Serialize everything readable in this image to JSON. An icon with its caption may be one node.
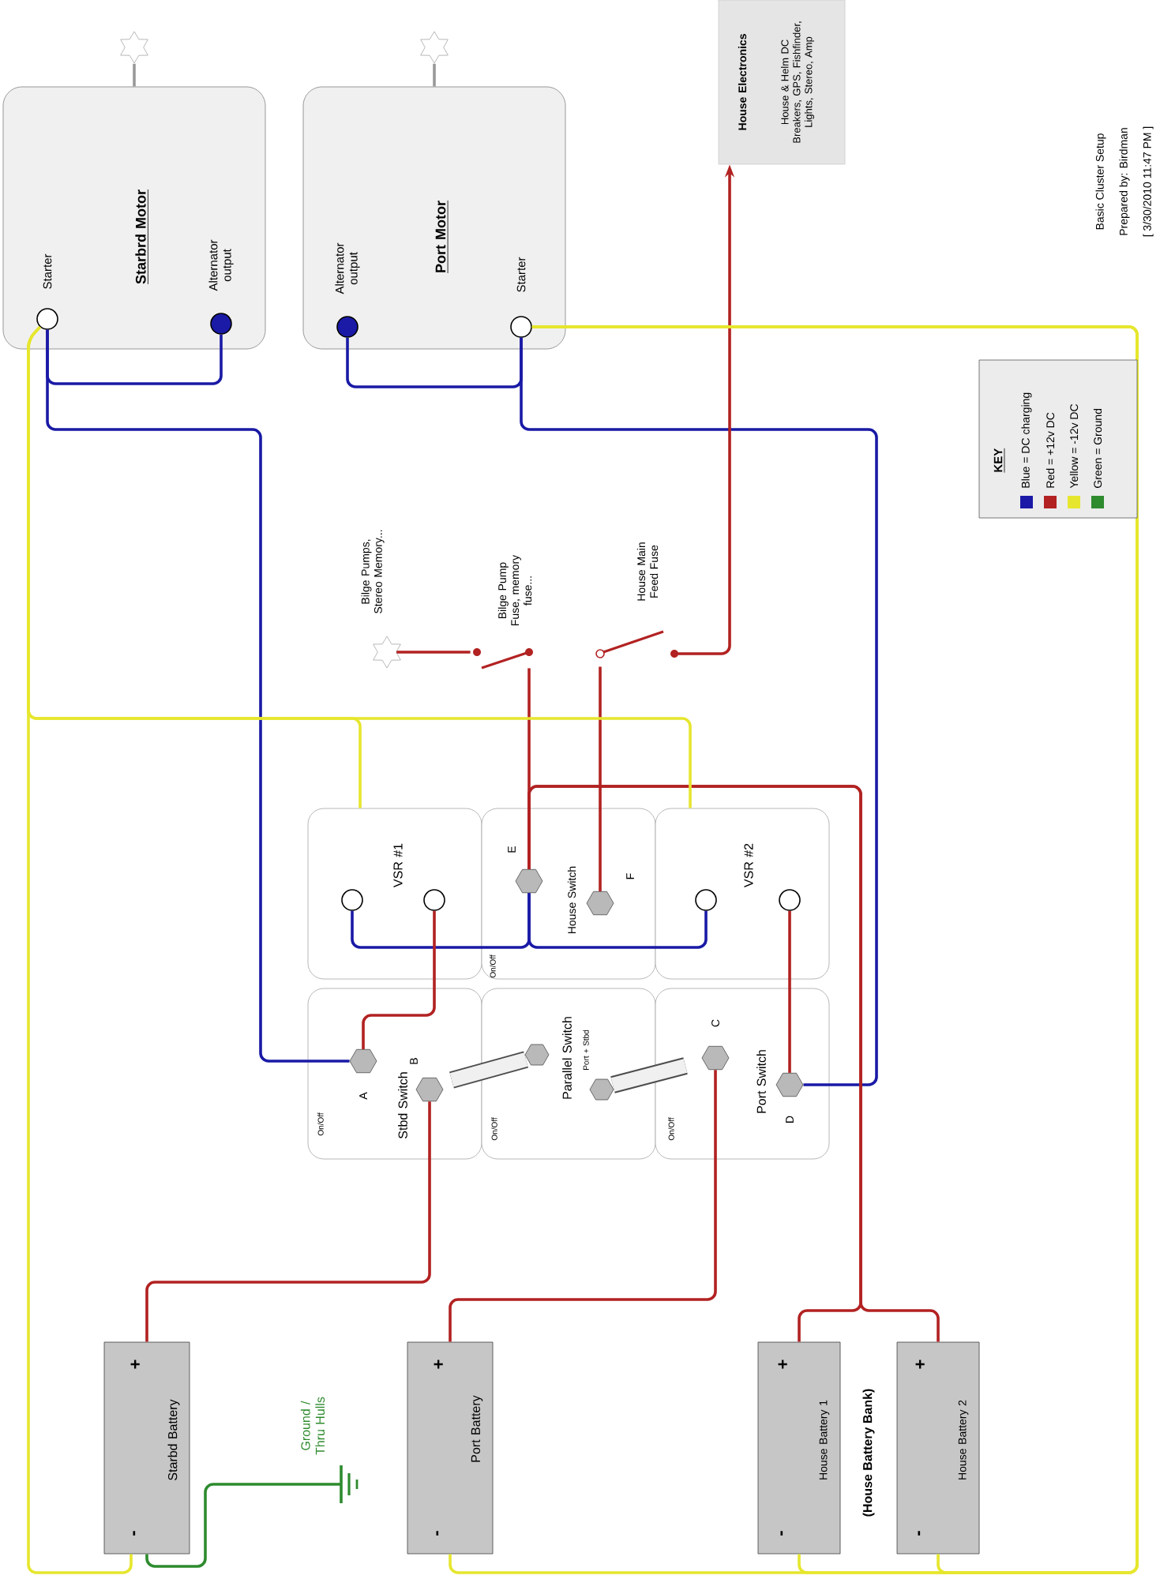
{
  "diagram": {
    "nodes": [
      {
        "text": [
          "Starbrd Motor"
        ]
      },
      {
        "text": [],
        "shape": "circle",
        "in": 0,
        "beside": [
          "Starter"
        ]
      },
      {
        "text": [],
        "shape": "circle",
        "in": 0,
        "beside": [
          "Alternator output"
        ]
      },
      {
        "text": [
          "Port Motor"
        ]
      },
      {
        "text": [],
        "shape": "circle",
        "in": 3,
        "beside": [
          "Alternator output"
        ]
      },
      {
        "text": [],
        "shape": "circle",
        "in": 3,
        "beside": [
          "Starter"
        ]
      },
      {
        "text": [],
        "shape": "star"
      },
      {
        "text": [],
        "shape": "star"
      },
      {
        "text": [
          "House Electronics",
          "House & Helm DC Breakers, GPS, Fishfinder, Lights, Stereo, Amp"
        ]
      },
      {
        "text": [],
        "shape": "star",
        "beside": [
          "Bilge Pumps, Stereo Memory..."
        ]
      },
      {
        "text": [],
        "shape": "switch",
        "beside": [
          "Bilge Pump Fuse, memory fuse..."
        ]
      },
      {
        "text": [],
        "shape": "switch",
        "beside": [
          "House Main Feed Fuse"
        ]
      },
      {
        "text": [
          "VSR #1"
        ]
      },
      {
        "text": [],
        "shape": "circle",
        "in": 12
      },
      {
        "text": [],
        "shape": "circle",
        "in": 12
      },
      {
        "text": [
          "House Switch",
          "On/Off"
        ]
      },
      {
        "text": [],
        "shape": "hexagon",
        "in": 15,
        "beside": [
          "E"
        ]
      },
      {
        "text": [],
        "shape": "hexagon",
        "in": 15,
        "beside": [
          "F"
        ]
      },
      {
        "text": [
          "VSR #2"
        ]
      },
      {
        "text": [],
        "shape": "circle",
        "in": 18
      },
      {
        "text": [],
        "shape": "circle",
        "in": 18
      },
      {
        "text": [
          "Stbd Switch",
          "On/Off"
        ]
      },
      {
        "text": [],
        "shape": "hexagon",
        "in": 21,
        "beside": [
          "A"
        ]
      },
      {
        "text": [],
        "shape": "hexagon",
        "in": 21,
        "beside": [
          "B"
        ]
      },
      {
        "text": [
          "Parallel Switch",
          "Port + Stbd",
          "On/Off"
        ]
      },
      {
        "text": [
          "Port Switch",
          "On/Off"
        ]
      },
      {
        "text": [],
        "shape": "hexagon",
        "in": 25,
        "beside": [
          "C"
        ]
      },
      {
        "text": [],
        "shape": "hexagon",
        "in": 25,
        "beside": [
          "D"
        ]
      },
      {
        "text": [
          "Starbd Battery",
          "+",
          "-"
        ]
      },
      {
        "text": [
          "Port Battery",
          "+",
          "-"
        ]
      },
      {
        "text": [
          "House Battery 1",
          "+",
          "-"
        ]
      },
      {
        "text": [
          "House Battery 2",
          "+",
          "-"
        ]
      },
      {
        "text": [
          "Ground / Thru Hulls"
        ]
      }
    ],
    "edges": [
      {
        "from": 6,
        "to": 0,
        "arrow": "none",
        "color": "#999999"
      },
      {
        "from": 7,
        "to": 3,
        "arrow": "none",
        "color": "#999999"
      },
      {
        "from": 1,
        "to": 2,
        "arrow": "none",
        "color": "#1a1aa6"
      },
      {
        "from": 1,
        "to": 22,
        "arrow": "none",
        "color": "#1a1aa6"
      },
      {
        "from": 4,
        "to": 5,
        "arrow": "none",
        "color": "#1a1aa6"
      },
      {
        "from": 5,
        "to": 27,
        "arrow": "none",
        "color": "#1a1aa6"
      },
      {
        "from": 16,
        "to": 13,
        "arrow": "none",
        "color": "#1a1aa6"
      },
      {
        "from": 16,
        "to": 19,
        "arrow": "none",
        "color": "#1a1aa6"
      },
      {
        "from": 14,
        "to": 22,
        "arrow": "none"
      },
      {
        "from": 20,
        "to": 27,
        "arrow": "none"
      },
      {
        "from": 23,
        "to": 28,
        "arrow": "none"
      },
      {
        "from": 26,
        "to": 29,
        "arrow": "none"
      },
      {
        "from": 16,
        "to": 30,
        "arrow": "none"
      },
      {
        "from": 16,
        "to": 31,
        "arrow": "none"
      },
      {
        "from": 16,
        "to": 10,
        "arrow": "none"
      },
      {
        "from": 10,
        "to": 9,
        "arrow": "none"
      },
      {
        "from": 17,
        "to": 11,
        "arrow": "none"
      },
      {
        "from": 11,
        "to": 8,
        "arrow": "to"
      },
      {
        "from": 28,
        "to": 1,
        "arrow": "none",
        "color": "#e6e62e"
      },
      {
        "from": 29,
        "to": 5,
        "arrow": "none",
        "color": "#e6e62e"
      },
      {
        "from": 30,
        "to": 5,
        "arrow": "none",
        "color": "#e6e62e"
      },
      {
        "from": 31,
        "to": 5,
        "arrow": "none",
        "color": "#e6e62e"
      },
      {
        "from": 12,
        "to": 1,
        "arrow": "none",
        "color": "#e6e62e"
      },
      {
        "from": 18,
        "to": 1,
        "arrow": "none",
        "color": "#e6e62e"
      },
      {
        "from": 28,
        "to": 32,
        "arrow": "none",
        "color": "#2e8b2e"
      }
    ],
    "labels": [
      "Basic Cluster Setup",
      "Prepared by: Birdman",
      "[ 3/30/2010 11:47 PM ]",
      "KEY",
      "(House Battery Bank)"
    ],
    "legend": [
      {
        "text": "Blue = DC charging",
        "color": "#1a1aa6"
      },
      {
        "text": "Red = +12v DC",
        "color": "#b22222"
      },
      {
        "text": "Yellow = -12v DC",
        "color": "#e6e62e"
      },
      {
        "text": "Green = Ground",
        "color": "#2e8b2e"
      }
    ]
  }
}
